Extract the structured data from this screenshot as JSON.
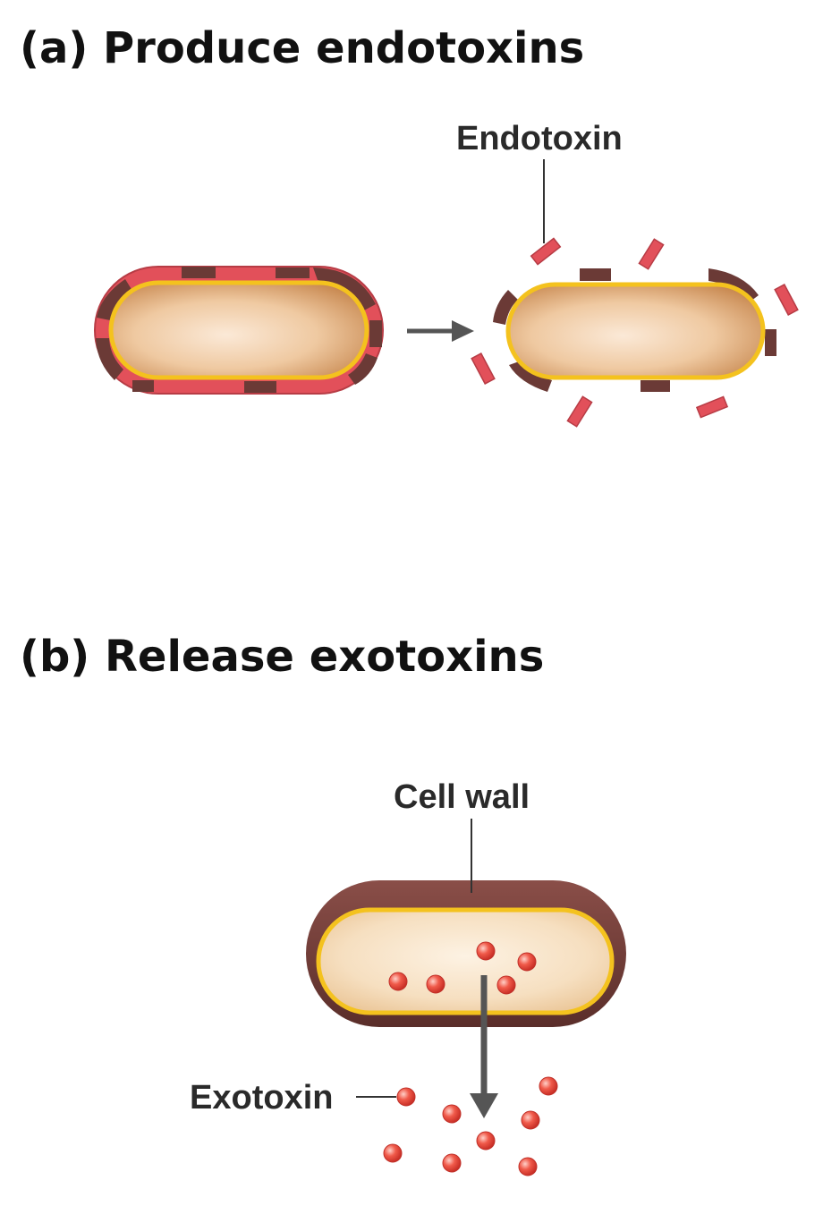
{
  "panel_a": {
    "heading": "(a) Produce endotoxins",
    "label_endotoxin": "Endotoxin"
  },
  "panel_b": {
    "heading": "(b) Release exotoxins",
    "label_cell_wall": "Cell wall",
    "label_exotoxin": "Exotoxin"
  },
  "colors": {
    "endotoxin_red": "#e2505a",
    "cell_wall_brown": "#6b3a36",
    "membrane_yellow": "#f4c21e",
    "cytoplasm_tan": "#e3b07e",
    "arrow_gray": "#555555"
  }
}
